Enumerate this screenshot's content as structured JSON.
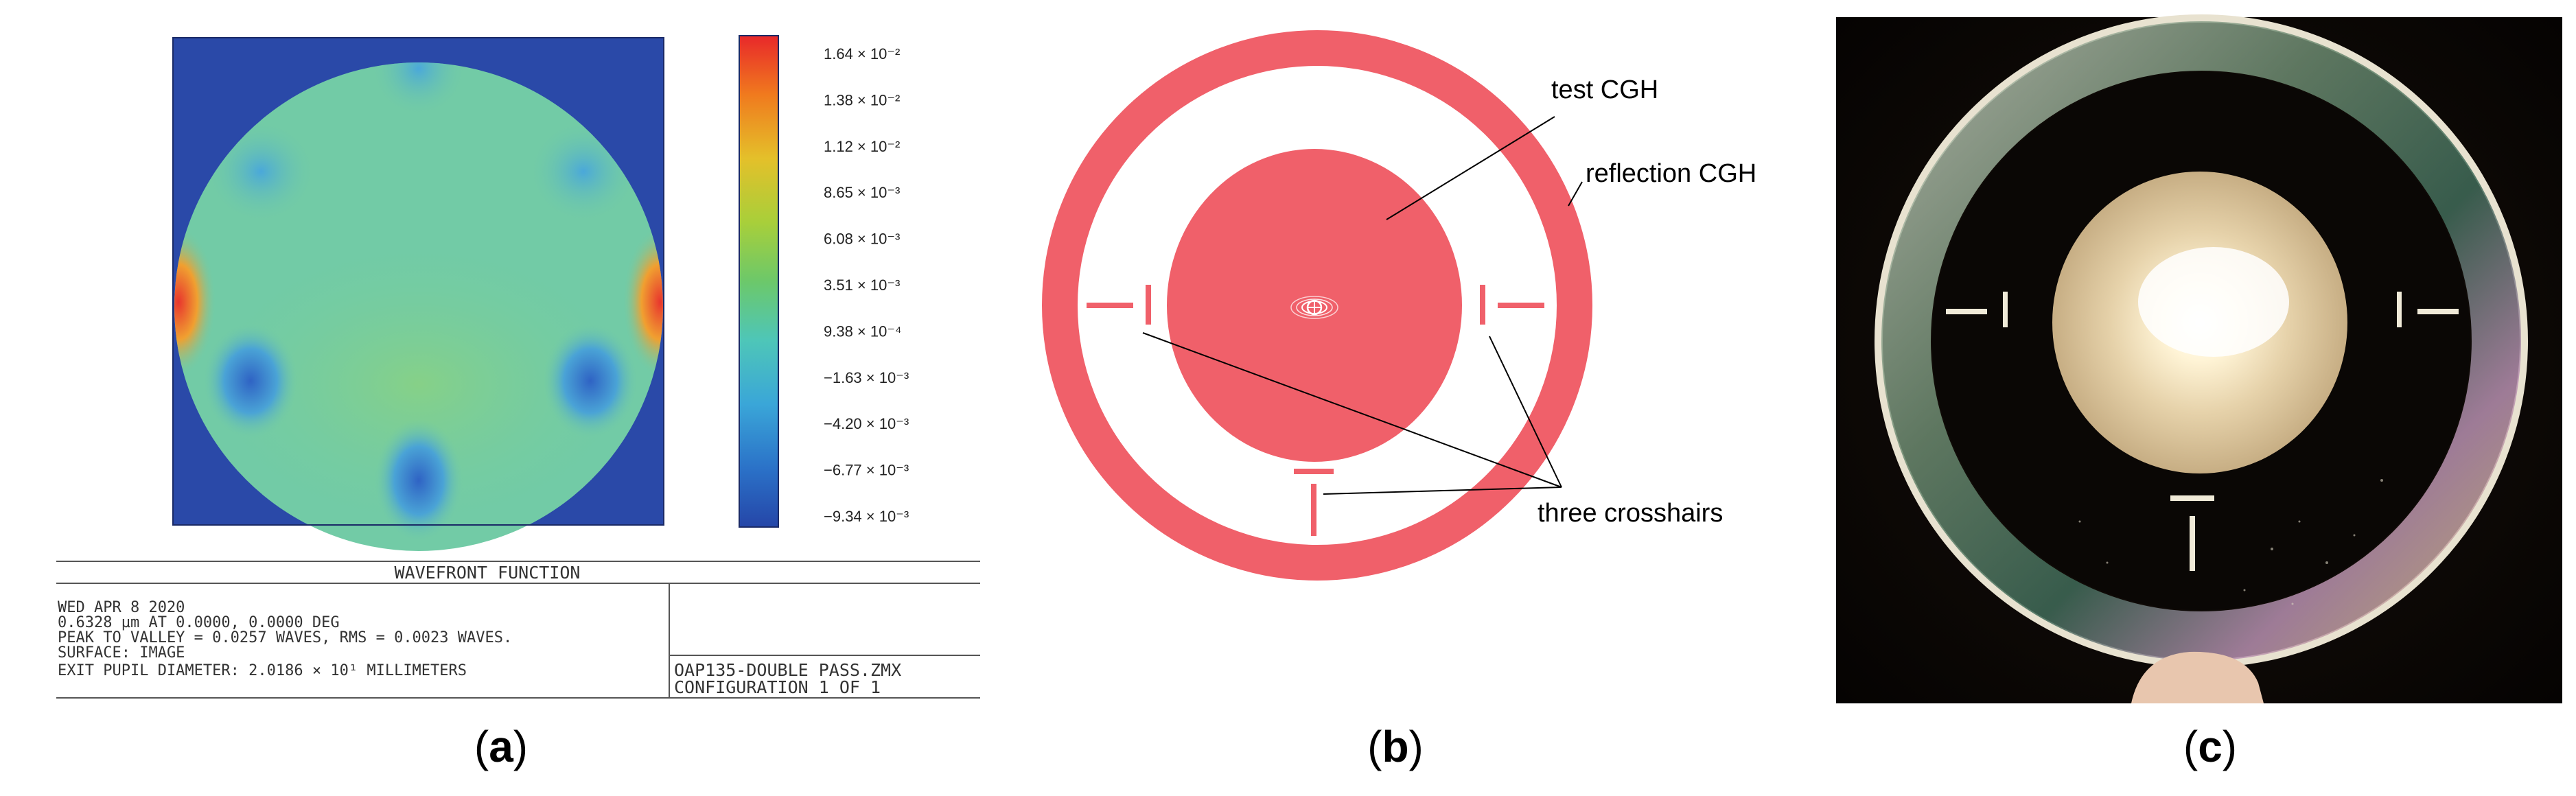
{
  "panel_a": {
    "caption_open": "(",
    "caption_letter": "a",
    "caption_close": ")",
    "colorbar_ticks": [
      "1.64 × 10⁻²",
      "1.38 × 10⁻²",
      "1.12 × 10⁻²",
      "8.65 × 10⁻³",
      "6.08 × 10⁻³",
      "3.51 × 10⁻³",
      "9.38 × 10⁻⁴",
      "−1.63 × 10⁻³",
      "−4.20 × 10⁻³",
      "−6.77 × 10⁻³",
      "−9.34 × 10⁻³"
    ],
    "colorbar_colors": [
      "#e8282a",
      "#f07a1e",
      "#e4b52a",
      "#b8cf32",
      "#7ac84a",
      "#5bc79a",
      "#48c4cc",
      "#3aa6d8",
      "#2f86cf",
      "#2b64bf",
      "#2546a8"
    ],
    "info_title": "WAVEFRONT FUNCTION",
    "info_lines": [
      "WED APR 8 2020",
      "0.6328 µm AT 0.0000, 0.0000 DEG",
      "PEAK TO VALLEY = 0.0257 WAVES, RMS = 0.0023 WAVES.",
      "SURFACE: IMAGE",
      "EXIT PUPIL DIAMETER: 2.0186 × 10¹  MILLIMETERS"
    ],
    "file_lines": [
      "OAP135-DOUBLE PASS.ZMX",
      "CONFIGURATION 1 OF 1"
    ],
    "colors": {
      "background": "#2a49a8",
      "pupil": "#72cba6",
      "hot": "#e8352e",
      "cool": "#3b7fd0"
    }
  },
  "panel_b": {
    "caption_open": "(",
    "caption_letter": "b",
    "caption_close": ")",
    "labels": {
      "test": "test CGH",
      "reflection": "reflection CGH",
      "crosshairs": "three crosshairs"
    },
    "colors": {
      "cgh": "#f0606a",
      "leader": "#000000"
    }
  },
  "panel_c": {
    "caption_open": "(",
    "caption_letter": "c",
    "caption_close": ")",
    "colors": {
      "background": "#0e0a08",
      "center": "#fff6de",
      "disk": "#d9c7a6",
      "ring_glass": "#5a7a62"
    }
  }
}
